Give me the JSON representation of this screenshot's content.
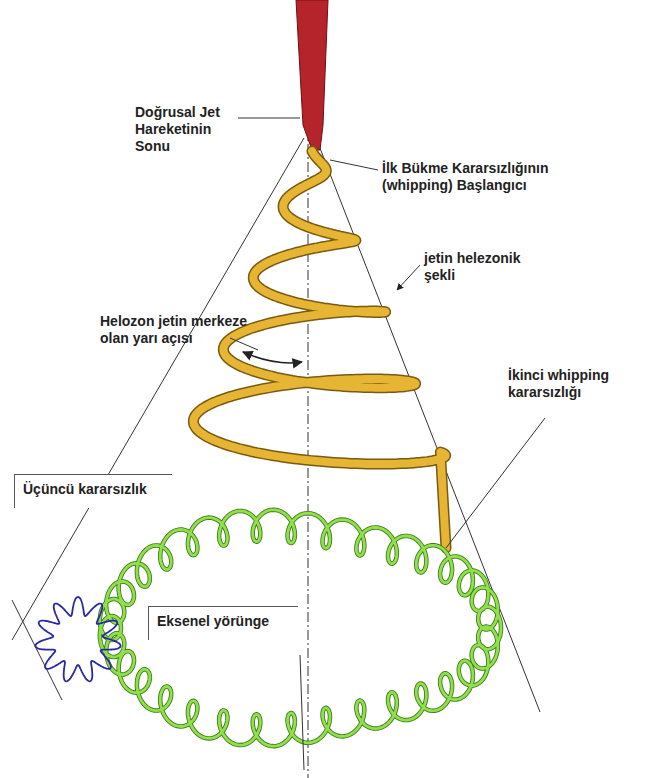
{
  "diagram": {
    "nodes": [
      {
        "text": [
          "Üçüncü kararsızlık"
        ]
      },
      {
        "text": [
          "Eksenel yörünge"
        ]
      }
    ],
    "labels": [
      "Doğrusal Jet Hareketinin Sonu",
      "İlk Bükme Kararsızlığının (whipping) Başlangıcı",
      "jetin helezonik şekli",
      "Helozon jetin merkeze olan yarı açısı",
      "İkinci whipping kararsızlığı"
    ]
  }
}
